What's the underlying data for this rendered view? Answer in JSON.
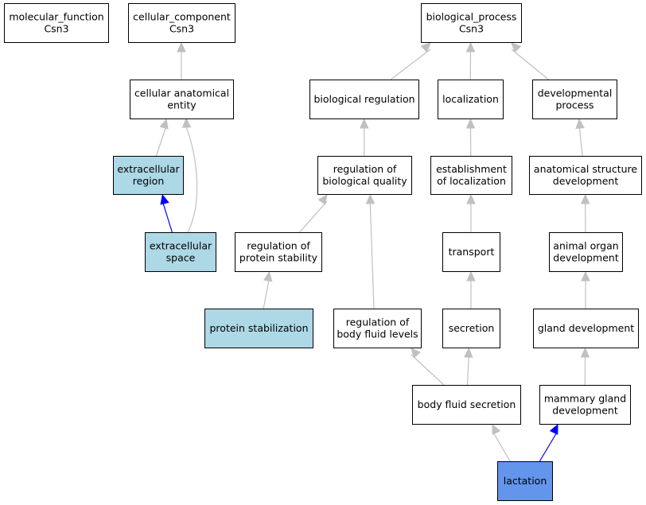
{
  "colors": {
    "default_fill": "#ffffff",
    "highlight_fill": "#add8e6",
    "focus_fill": "#6495ed",
    "edge_default": "#c0c0c0",
    "edge_highlight": "#0000ff"
  },
  "nodes": {
    "mf": {
      "lines": [
        "molecular_function",
        "Csn3"
      ],
      "style": "default"
    },
    "cc": {
      "lines": [
        "cellular_component",
        "Csn3"
      ],
      "style": "default"
    },
    "bp": {
      "lines": [
        "biological_process",
        "Csn3"
      ],
      "style": "default"
    },
    "cae": {
      "lines": [
        "cellular anatomical",
        "entity"
      ],
      "style": "default"
    },
    "biolreg": {
      "lines": [
        "biological regulation"
      ],
      "style": "default"
    },
    "loc": {
      "lines": [
        "localization"
      ],
      "style": "default"
    },
    "devproc": {
      "lines": [
        "developmental",
        "process"
      ],
      "style": "default"
    },
    "extreg": {
      "lines": [
        "extracellular",
        "region"
      ],
      "style": "highlight"
    },
    "regbq": {
      "lines": [
        "regulation of",
        "biological quality"
      ],
      "style": "default"
    },
    "estloc": {
      "lines": [
        "establishment",
        "of localization"
      ],
      "style": "default"
    },
    "asd": {
      "lines": [
        "anatomical structure",
        "development"
      ],
      "style": "default"
    },
    "extspace": {
      "lines": [
        "extracellular",
        "space"
      ],
      "style": "highlight"
    },
    "regps": {
      "lines": [
        "regulation of",
        "protein stability"
      ],
      "style": "default"
    },
    "transport": {
      "lines": [
        "transport"
      ],
      "style": "default"
    },
    "aod": {
      "lines": [
        "animal organ",
        "development"
      ],
      "style": "default"
    },
    "protstab": {
      "lines": [
        "protein stabilization"
      ],
      "style": "highlight"
    },
    "regbfl": {
      "lines": [
        "regulation of",
        "body fluid levels"
      ],
      "style": "default"
    },
    "secretion": {
      "lines": [
        "secretion"
      ],
      "style": "default"
    },
    "glanddev": {
      "lines": [
        "gland development"
      ],
      "style": "default"
    },
    "bfs": {
      "lines": [
        "body fluid secretion"
      ],
      "style": "default"
    },
    "mgd": {
      "lines": [
        "mammary gland",
        "development"
      ],
      "style": "default"
    },
    "lactation": {
      "lines": [
        "lactation"
      ],
      "style": "focus"
    }
  },
  "edges": [
    {
      "from": "cae",
      "to": "cc",
      "style": "default"
    },
    {
      "from": "biolreg",
      "to": "bp",
      "style": "default"
    },
    {
      "from": "loc",
      "to": "bp",
      "style": "default"
    },
    {
      "from": "devproc",
      "to": "bp",
      "style": "default"
    },
    {
      "from": "extreg",
      "to": "cae",
      "style": "default"
    },
    {
      "from": "extspace",
      "to": "cae",
      "style": "default"
    },
    {
      "from": "extspace",
      "to": "extreg",
      "style": "highlight"
    },
    {
      "from": "regbq",
      "to": "biolreg",
      "style": "default"
    },
    {
      "from": "estloc",
      "to": "loc",
      "style": "default"
    },
    {
      "from": "asd",
      "to": "devproc",
      "style": "default"
    },
    {
      "from": "regps",
      "to": "regbq",
      "style": "default"
    },
    {
      "from": "regbfl",
      "to": "regbq",
      "style": "default"
    },
    {
      "from": "transport",
      "to": "estloc",
      "style": "default"
    },
    {
      "from": "aod",
      "to": "asd",
      "style": "default"
    },
    {
      "from": "protstab",
      "to": "regps",
      "style": "default"
    },
    {
      "from": "secretion",
      "to": "transport",
      "style": "default"
    },
    {
      "from": "glanddev",
      "to": "aod",
      "style": "default"
    },
    {
      "from": "bfs",
      "to": "regbfl",
      "style": "default"
    },
    {
      "from": "bfs",
      "to": "secretion",
      "style": "default"
    },
    {
      "from": "mgd",
      "to": "glanddev",
      "style": "default"
    },
    {
      "from": "lactation",
      "to": "bfs",
      "style": "default"
    },
    {
      "from": "lactation",
      "to": "mgd",
      "style": "highlight"
    }
  ]
}
